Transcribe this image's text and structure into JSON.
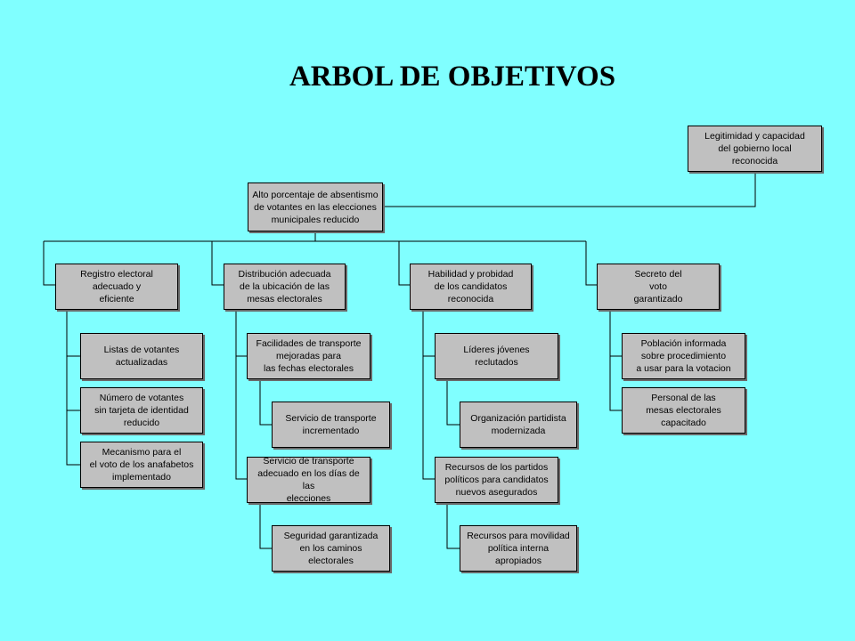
{
  "title": "ARBOL DE OBJETIVOS",
  "colors": {
    "background": "#80FFFF",
    "box_fill": "#C0C0C0",
    "line": "#000000"
  },
  "boxes": {
    "legitimidad": "Legitimidad y capacidad\ndel gobierno local\nreconocida",
    "alto_porcentaje": "Alto porcentaje de absentismo\nde votantes en las elecciones\nmunicipales reducido",
    "registro": "Registro electoral\nadecuado y\neficiente",
    "distribucion": "Distribución adecuada\nde la ubicación de las\nmesas electorales",
    "habilidad": "Habilidad y probidad\nde los candidatos\nreconocida",
    "secreto": "Secreto del\nvoto\ngarantizado",
    "listas": "Listas de votantes\nactualizadas",
    "numero_votantes": "Número de votantes\nsin tarjeta de identidad\nreducido",
    "mecanismo": "Mecanismo para el\nel voto de los anafabetos\nimplementado",
    "facilidades": "Facilidades de transporte\nmejoradas para\nlas fechas electorales",
    "servicio_incrementado": "Servicio de transporte\nincrementado",
    "servicio_adecuado": "Servicio de transporte\nadecuado en los días de las\nelecciones",
    "seguridad": "Seguridad garantizada\nen los caminos electorales",
    "lideres": "Líderes jóvenes\nreclutados",
    "organizacion": "Organización partidista\nmodernizada",
    "recursos_partidos": "Recursos de los partidos\npolíticos para candidatos\nnuevos asegurados",
    "recursos_movilidad": "Recursos para movilidad\npolítica interna\napropiados",
    "poblacion": "Población informada\nsobre procedimiento\na usar para la votacion",
    "personal": "Personal de las\nmesas electorales\ncapacitado"
  }
}
